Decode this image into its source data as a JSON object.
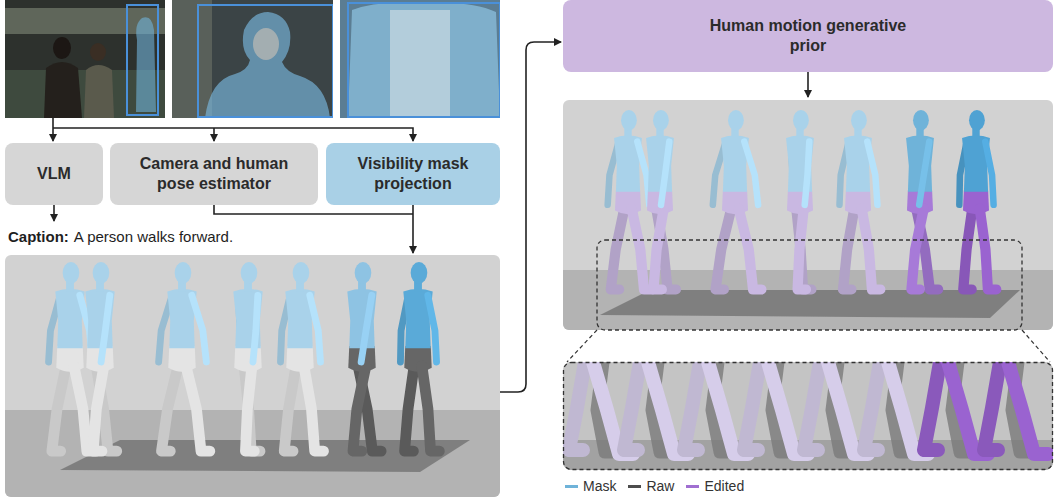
{
  "diagram": {
    "nodes": [
      {
        "text": [
          "VLM"
        ]
      },
      {
        "text": [
          "Camera and human pose estimator"
        ]
      },
      {
        "text": [
          "Visibility mask projection"
        ]
      },
      {
        "text": [
          "Human motion generative prior"
        ]
      }
    ],
    "labels": [
      "Caption:",
      "A person walks forward."
    ],
    "legend": [
      {
        "text": "Mask",
        "color": "#6fb3d9"
      },
      {
        "text": "Raw",
        "color": "#4d4d4d"
      },
      {
        "text": "Edited",
        "color": "#a06fd1"
      }
    ]
  }
}
